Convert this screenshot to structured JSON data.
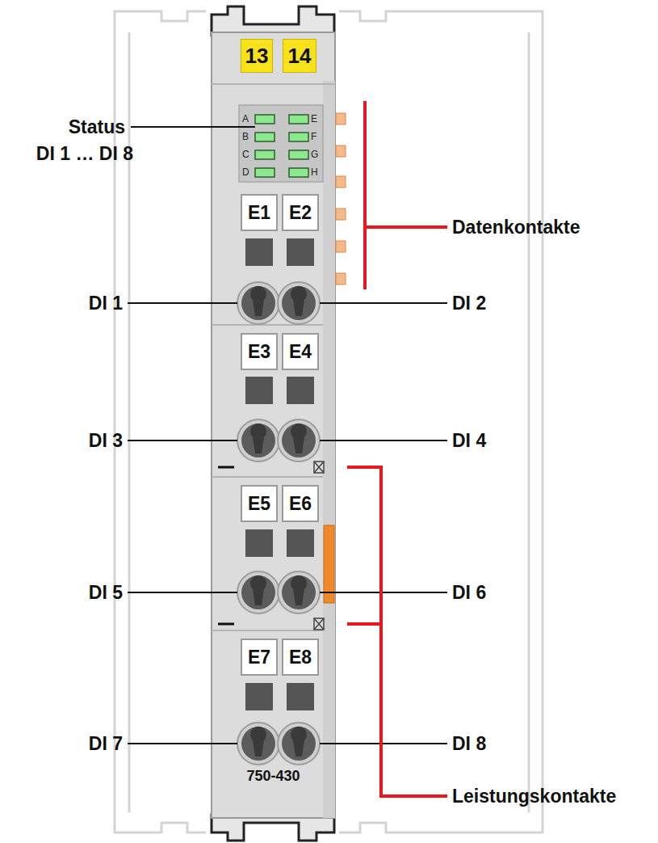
{
  "diagram": {
    "nodes": [
      {
        "text": [
          "750-430"
        ]
      },
      {
        "text": [
          "13"
        ],
        "in": 0
      },
      {
        "text": [
          "14"
        ],
        "in": 0
      },
      {
        "text": [
          "A",
          "B",
          "C",
          "D",
          "E",
          "F",
          "G",
          "H"
        ],
        "in": 0
      },
      {
        "text": [
          "E1"
        ],
        "in": 0
      },
      {
        "text": [
          "E2"
        ],
        "in": 0
      },
      {
        "text": [
          "E3"
        ],
        "in": 0
      },
      {
        "text": [
          "E4"
        ],
        "in": 0
      },
      {
        "text": [
          "E5"
        ],
        "in": 0
      },
      {
        "text": [
          "E6"
        ],
        "in": 0
      },
      {
        "text": [
          "E7"
        ],
        "in": 0
      },
      {
        "text": [
          "E8"
        ],
        "in": 0
      }
    ],
    "labels": [
      "Status",
      "DI 1 … DI 8",
      "Datenkontakte",
      "DI 1",
      "DI 2",
      "DI 3",
      "DI 4",
      "DI 5",
      "DI 6",
      "DI 7",
      "DI 8",
      "Leistungskontakte"
    ]
  }
}
